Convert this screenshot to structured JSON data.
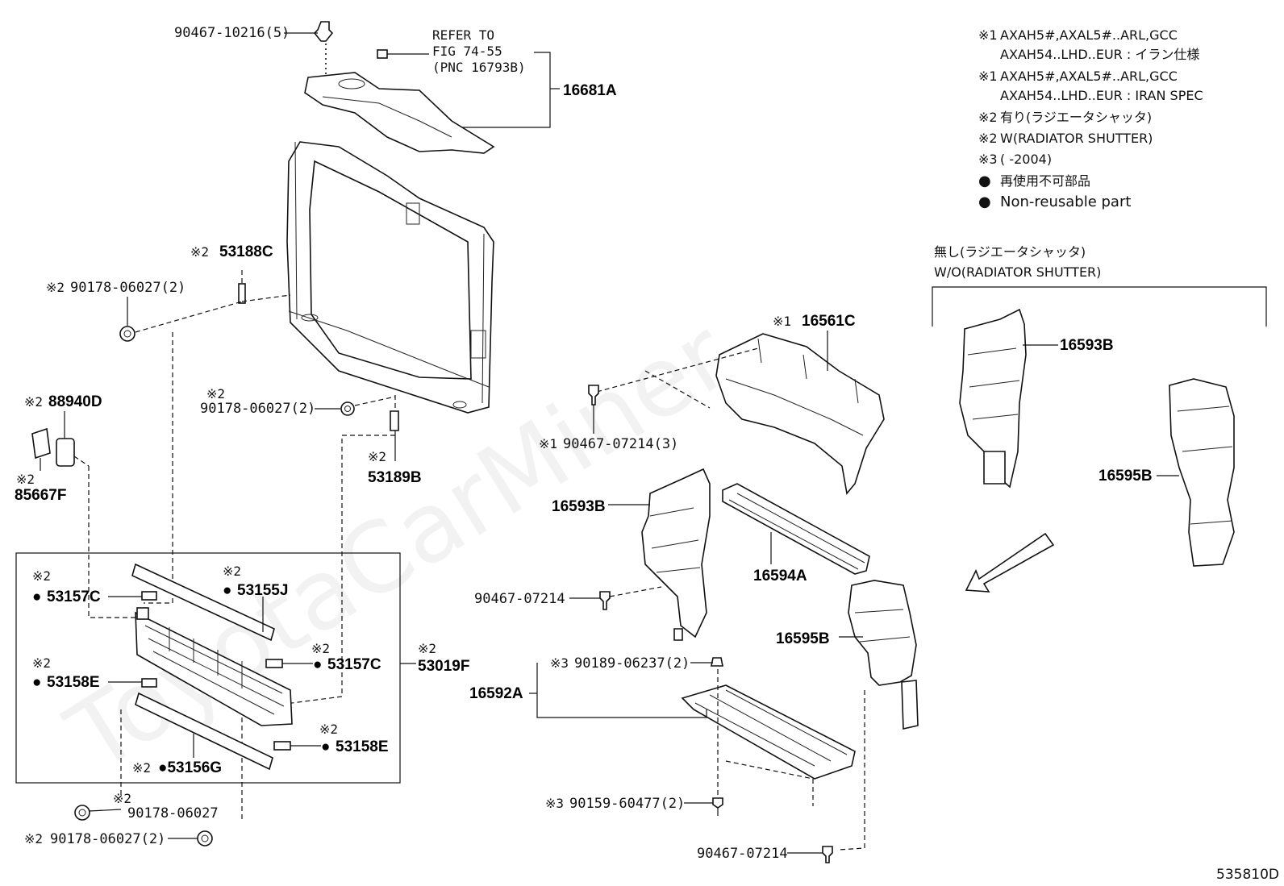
{
  "watermark": "ToyotaCarMiner",
  "figure_id": "535810D",
  "notes": [
    {
      "mark": "※1",
      "text": "AXAH5#,AXAL5#..ARL,GCC"
    },
    {
      "mark": "",
      "text": "AXAH54..LHD..EUR : イラン仕様"
    },
    {
      "mark": "※1",
      "text": "AXAH5#,AXAL5#..ARL,GCC"
    },
    {
      "mark": "",
      "text": "AXAH54..LHD..EUR : IRAN SPEC"
    },
    {
      "mark": "※2",
      "text": "有り(ラジエータシャッタ)"
    },
    {
      "mark": "※2",
      "text": "W(RADIATOR SHUTTER)"
    },
    {
      "mark": "※3",
      "text": "(        -2004)"
    },
    {
      "mark": "●",
      "text": "再使用不可部品"
    },
    {
      "mark": "●",
      "text": "Non-reusable part"
    }
  ],
  "variant_box": {
    "line1": "無し(ラジエータシャッタ)",
    "line2": "W/O(RADIATOR SHUTTER)"
  },
  "refer": {
    "line1": "REFER TO",
    "line2": "FIG 74-55",
    "line3": "(PNC 16793B)"
  },
  "labels": {
    "l01": {
      "mark": "",
      "text": "90467-10216(5)"
    },
    "l02": {
      "mark": "",
      "text": "16681A"
    },
    "l03": {
      "mark": "※2",
      "text": "53188C"
    },
    "l04": {
      "mark": "※2",
      "text": "90178-06027(2)"
    },
    "l05": {
      "mark": "※2",
      "text": ""
    },
    "l05b": {
      "mark": "",
      "text": "90178-06027(2)"
    },
    "l06": {
      "mark": "※2",
      "text": "88940D"
    },
    "l07": {
      "mark": "※2",
      "text": ""
    },
    "l07b": {
      "mark": "",
      "text": "85667F"
    },
    "l08": {
      "mark": "※2",
      "text": ""
    },
    "l08b": {
      "mark": "",
      "text": "53189B"
    },
    "l09": {
      "mark": "※2",
      "text": ""
    },
    "l09b": {
      "mark": "●",
      "text": "53157C"
    },
    "l10": {
      "mark": "※2",
      "text": ""
    },
    "l10b": {
      "mark": "●",
      "text": "53155J"
    },
    "l11": {
      "mark": "※2",
      "text": ""
    },
    "l11b": {
      "mark": "●",
      "text": "53157C"
    },
    "l12": {
      "mark": "※2",
      "text": ""
    },
    "l12b": {
      "mark": "",
      "text": "53019F"
    },
    "l13": {
      "mark": "※2",
      "text": ""
    },
    "l13b": {
      "mark": "●",
      "text": "53158E"
    },
    "l14": {
      "mark": "※2",
      "text": ""
    },
    "l14b": {
      "mark": "●",
      "text": "53158E"
    },
    "l15": {
      "mark": "※2",
      "text": "●53156G"
    },
    "l16": {
      "mark": "※2",
      "text": ""
    },
    "l16b": {
      "mark": "",
      "text": "90178-06027"
    },
    "l17": {
      "mark": "※2",
      "text": "90178-06027(2)"
    },
    "l18": {
      "mark": "※1",
      "text": "16561C"
    },
    "l19": {
      "mark": "※1",
      "text": "90467-07214(3)"
    },
    "l20": {
      "mark": "",
      "text": "16593B"
    },
    "l21": {
      "mark": "",
      "text": "16594A"
    },
    "l22": {
      "mark": "",
      "text": "90467-07214"
    },
    "l23": {
      "mark": "",
      "text": "16595B"
    },
    "l24": {
      "mark": "※3",
      "text": "90189-06237(2)"
    },
    "l25": {
      "mark": "",
      "text": "16592A"
    },
    "l26": {
      "mark": "※3",
      "text": "90159-60477(2)"
    },
    "l27": {
      "mark": "",
      "text": "90467-07214"
    },
    "l28": {
      "mark": "",
      "text": "16593B"
    },
    "l29": {
      "mark": "",
      "text": "16595B"
    }
  }
}
